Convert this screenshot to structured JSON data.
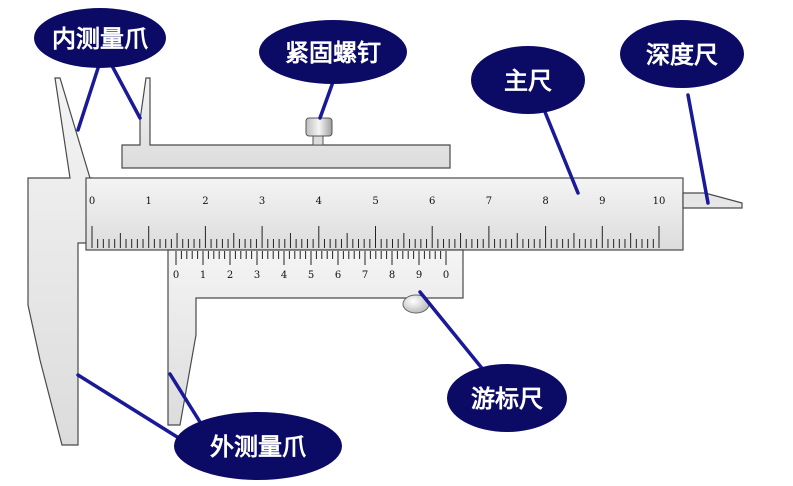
{
  "labels": {
    "inner_jaws": "内测量爪",
    "locking_screw": "紧固螺钉",
    "main_scale": "主尺",
    "depth_rod": "深度尺",
    "vernier_scale": "游标尺",
    "outer_jaws": "外测量爪"
  },
  "main_scale_numbers": [
    "0",
    "1",
    "2",
    "3",
    "4",
    "5",
    "6",
    "7",
    "8",
    "9",
    "10"
  ],
  "vernier_scale_numbers": [
    "0",
    "1",
    "2",
    "3",
    "4",
    "5",
    "6",
    "7",
    "8",
    "9",
    "0"
  ],
  "colors": {
    "label_fill": "#0b0b66",
    "label_text": "#ffffff",
    "arrow": "#1a1a99",
    "body_fill": "#e9e9e9",
    "outline": "#4a4a4a"
  }
}
